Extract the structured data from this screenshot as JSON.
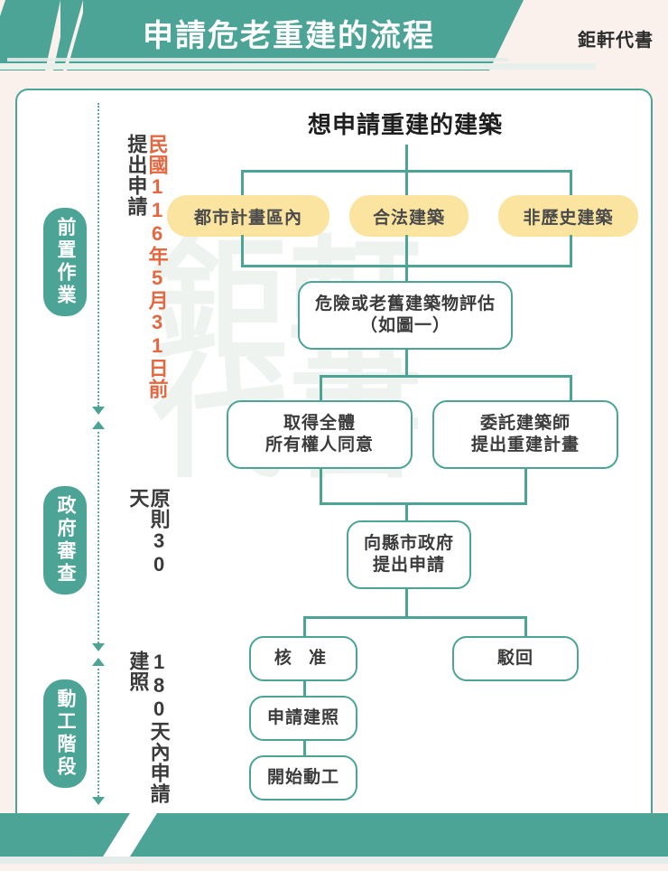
{
  "header": {
    "title": "申請危老重建的流程",
    "brand": "鉅軒代書"
  },
  "watermark": "鉅軒代書",
  "timeline": {
    "stages": [
      {
        "label": "前置作業",
        "note_highlight": "民國116年5月31日前",
        "note_rest": "提出申請"
      },
      {
        "label": "政府審查",
        "note_highlight": "",
        "note_rest": "原則30天"
      },
      {
        "label": "動工階段",
        "note_highlight": "",
        "note_rest": "180天內申請建照"
      }
    ]
  },
  "flow": {
    "title": "想申請重建的建築",
    "criteria": [
      "都市計畫區內",
      "合法建築",
      "非歷史建築"
    ],
    "assessment": {
      "line1": "危險或老舊建築物評估",
      "line2": "（如圖一）"
    },
    "parallel": [
      {
        "line1": "取得全體",
        "line2": "所有權人同意"
      },
      {
        "line1": "委託建築師",
        "line2": "提出重建計畫"
      }
    ],
    "apply": {
      "line1": "向縣市政府",
      "line2": "提出申請"
    },
    "decision": [
      "核 准",
      "駁回"
    ],
    "approved_chain": [
      "申請建照",
      "開始動工"
    ]
  },
  "colors": {
    "teal": "#4ca496",
    "yellow": "#fae4a0",
    "orange": "#e5673f",
    "page_bg": "#faf1ed",
    "watermark": "#eef3f0"
  }
}
